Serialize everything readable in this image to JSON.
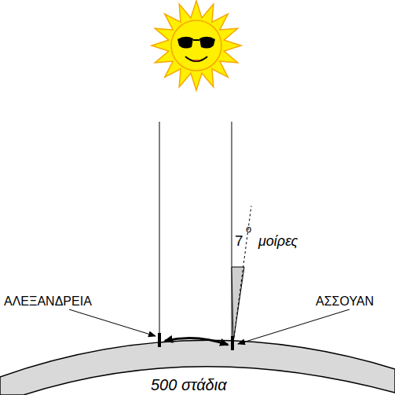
{
  "diagram": {
    "labels": [
      "7",
      "o",
      "μοίρες",
      "ΑΛΕΞΑΝΔΡΕΙΑ",
      "ΑΣΣΟΥΑΝ",
      "500 στάδια"
    ]
  }
}
